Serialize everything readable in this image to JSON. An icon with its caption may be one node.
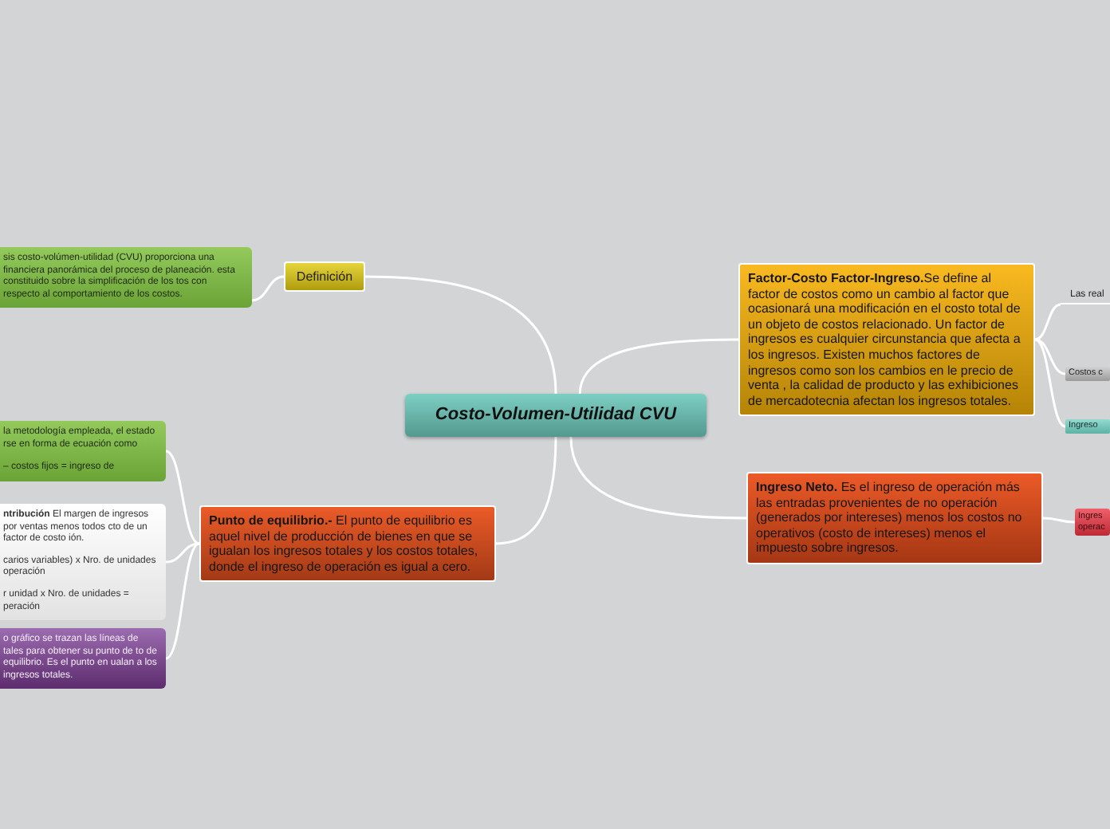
{
  "diagram": {
    "nodes": [
      {
        "text": [
          "Costo-Volumen-Utilidad CVU"
        ]
      },
      {
        "text": [
          "Definición"
        ]
      },
      {
        "text": [
          "sis costo-volúmen-utilidad (CVU) proporciona una financiera panorámica del proceso de planeación. esta constituido sobre la simplificación de los tos con respecto al comportamiento de los costos."
        ]
      },
      {
        "text": [
          "**Punto de equilibrio.-** El punto de equilibrio es aquel nivel de producción de bienes en que se igualan los ingresos totales y los costos totales, donde el ingreso de operación es igual a cero."
        ]
      },
      {
        "text": [
          "la metodología empleada, el estado rse en forma de ecuación como",
          "– costos fijos = ingreso de"
        ]
      },
      {
        "text": [
          "**ntribución** El margen de ingresos por ventas menos todos cto de un factor de costo ión.",
          "carios variables) x Nro. de unidades operación",
          "r unidad x Nro. de unidades = peración"
        ]
      },
      {
        "text": [
          "o gráfico se trazan las líneas de tales para obtener su punto de to de equilibrio. Es el punto en ualan a los ingresos totales."
        ]
      },
      {
        "text": [
          "**Factor-Costo Factor-Ingreso.**Se define al factor de costos como un cambio al factor que ocasionará una modificación en el costo total de un objeto de costos relacionado. Un factor de ingresos es cualquier circunstancia que afecta a los ingresos. Existen muchos factores de ingresos como son los cambios en le precio de venta , la calidad de producto y las exhibiciones de mercadotecnia afectan los ingresos totales."
        ]
      },
      {
        "text": [
          "Las real"
        ]
      },
      {
        "text": [
          "Costos c"
        ]
      },
      {
        "text": [
          "Ingreso"
        ]
      },
      {
        "text": [
          "**Ingreso Neto.** Es el ingreso de operación más las entradas provenientes de no operación (generados por intereses) menos los costos no operativos (costo de intereses) menos el impuesto sobre ingresos."
        ]
      },
      {
        "text": [
          "Ingres operac"
        ]
      }
    ],
    "edges": [
      {
        "from": 0,
        "to": 1,
        "arrow": "none"
      },
      {
        "from": 1,
        "to": 2,
        "arrow": "none"
      },
      {
        "from": 0,
        "to": 3,
        "arrow": "none"
      },
      {
        "from": 3,
        "to": 4,
        "arrow": "none"
      },
      {
        "from": 3,
        "to": 5,
        "arrow": "none"
      },
      {
        "from": 3,
        "to": 6,
        "arrow": "none"
      },
      {
        "from": 0,
        "to": 7,
        "arrow": "none"
      },
      {
        "from": 7,
        "to": 8,
        "arrow": "none"
      },
      {
        "from": 7,
        "to": 9,
        "arrow": "none"
      },
      {
        "from": 7,
        "to": 10,
        "arrow": "none"
      },
      {
        "from": 0,
        "to": 11,
        "arrow": "none"
      },
      {
        "from": 11,
        "to": 12,
        "arrow": "none"
      }
    ]
  }
}
